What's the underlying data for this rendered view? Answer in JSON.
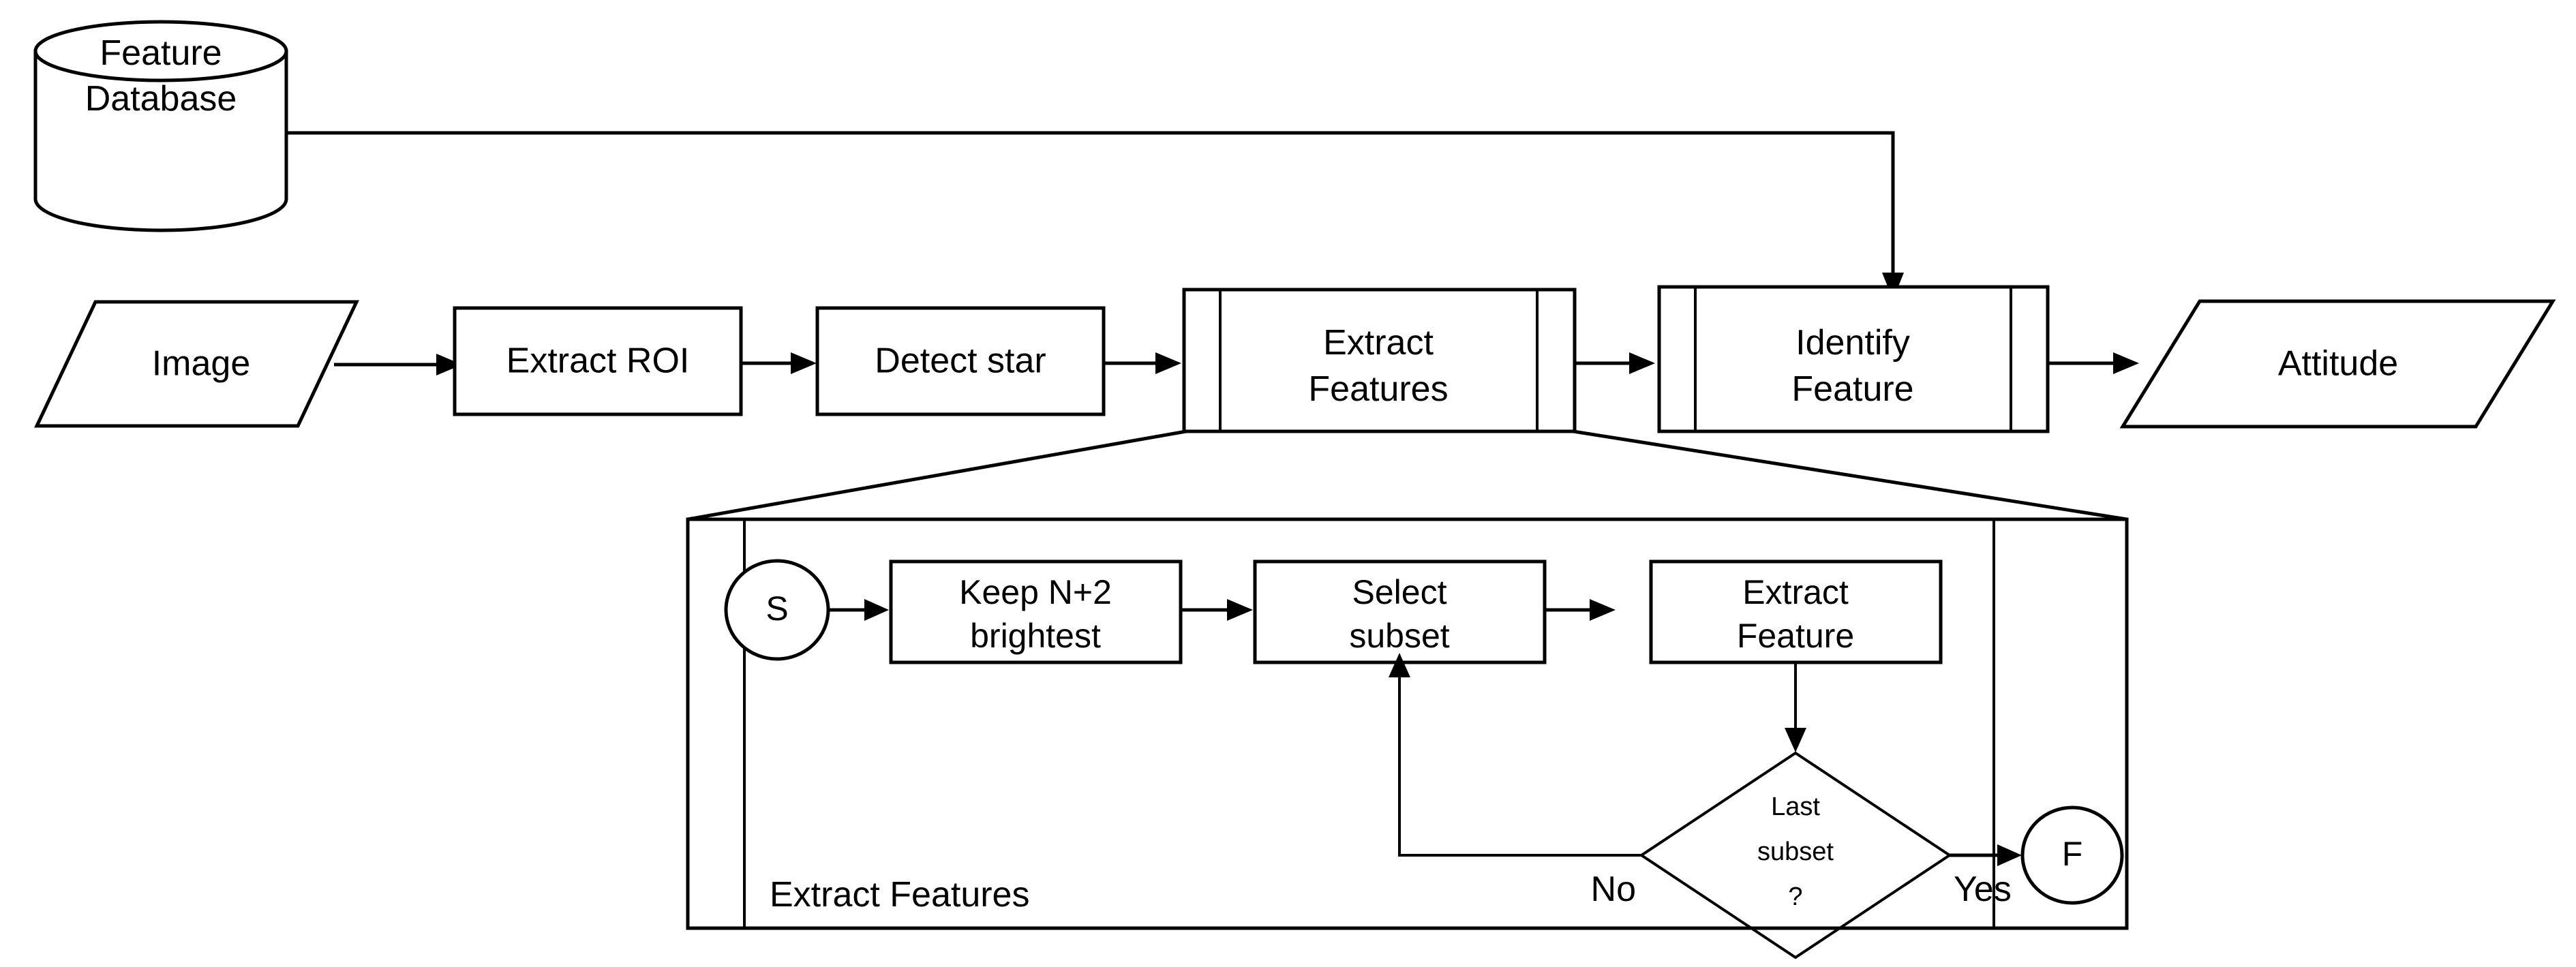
{
  "diagram": {
    "title": "Star identification pipeline flowchart",
    "background_color": "#ffffff",
    "line_color": "#000000"
  },
  "main_flow": {
    "database": {
      "label_line1": "Feature",
      "label_line2": "Database",
      "shape": "cylinder"
    },
    "nodes": [
      {
        "id": "image",
        "label": "Image",
        "shape": "parallelogram"
      },
      {
        "id": "extract-roi",
        "label": "Extract ROI",
        "shape": "process"
      },
      {
        "id": "detect-star",
        "label": "Detect star",
        "shape": "process"
      },
      {
        "id": "extract-features",
        "label_line1": "Extract",
        "label_line2": "Features",
        "shape": "predefined-process"
      },
      {
        "id": "identify-feature",
        "label_line1": "Identify",
        "label_line2": "Feature",
        "shape": "predefined-process"
      },
      {
        "id": "attitude",
        "label": "Attitude",
        "shape": "parallelogram"
      }
    ]
  },
  "detail_panel": {
    "caption": "Extract Features",
    "shape": "predefined-process",
    "start_node": {
      "id": "start",
      "label": "S",
      "shape": "circle"
    },
    "end_node": {
      "id": "finish",
      "label": "F",
      "shape": "circle"
    },
    "nodes": [
      {
        "id": "keep-brightest",
        "label_line1": "Keep N+2",
        "label_line2": "brightest",
        "shape": "process"
      },
      {
        "id": "select-subset",
        "label_line1": "Select",
        "label_line2": "subset",
        "shape": "process"
      },
      {
        "id": "extract-feature",
        "label_line1": "Extract",
        "label_line2": "Feature",
        "shape": "process"
      }
    ],
    "decision": {
      "id": "last-subset",
      "label_line1": "Last",
      "label_line2": "subset",
      "label_line3": "?",
      "shape": "diamond",
      "branch_no": "No",
      "branch_yes": "Yes"
    }
  }
}
